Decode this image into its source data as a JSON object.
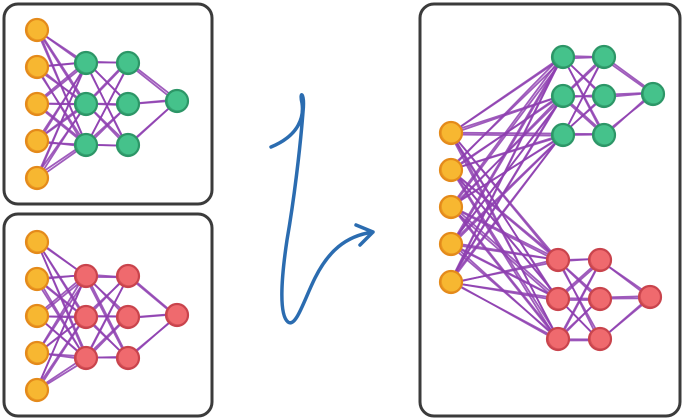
{
  "colors": {
    "frame": "#3b3b3b",
    "frame_fill": "#ffffff",
    "edge": "#8e3fb0",
    "input_fill": "#f7b731",
    "input_stroke": "#e48a1b",
    "green_fill": "#45c28b",
    "green_stroke": "#2d9667",
    "red_fill": "#ef6a6e",
    "red_stroke": "#c9444d",
    "arrow": "#2b6cb0"
  },
  "icons": {
    "arrow": "hand-drawn-zigzag-arrow-icon"
  },
  "panels": [
    {
      "name": "panel-green-network",
      "network": {
        "name": "green-network",
        "layers": [
          {
            "name": "input-layer",
            "kind": "input",
            "count": 5
          },
          {
            "name": "hidden-layer-1",
            "kind": "green",
            "count": 3
          },
          {
            "name": "hidden-layer-2",
            "kind": "green",
            "count": 3
          },
          {
            "name": "output-layer",
            "kind": "green",
            "count": 1
          }
        ]
      }
    },
    {
      "name": "panel-red-network",
      "network": {
        "name": "red-network",
        "layers": [
          {
            "name": "input-layer",
            "kind": "input",
            "count": 5
          },
          {
            "name": "hidden-layer-1",
            "kind": "red",
            "count": 3
          },
          {
            "name": "hidden-layer-2",
            "kind": "red",
            "count": 3
          },
          {
            "name": "output-layer",
            "kind": "red",
            "count": 1
          }
        ]
      }
    },
    {
      "name": "panel-combined-network",
      "network": {
        "name": "combined-network",
        "shared_input": {
          "name": "shared-input-layer",
          "kind": "input",
          "count": 5
        },
        "branches": [
          {
            "name": "green-branch",
            "layers": [
              {
                "name": "hidden-layer-1",
                "kind": "green",
                "count": 3
              },
              {
                "name": "hidden-layer-2",
                "kind": "green",
                "count": 3
              },
              {
                "name": "output-layer",
                "kind": "green",
                "count": 1
              }
            ]
          },
          {
            "name": "red-branch",
            "layers": [
              {
                "name": "hidden-layer-1",
                "kind": "red",
                "count": 3
              },
              {
                "name": "hidden-layer-2",
                "kind": "red",
                "count": 3
              },
              {
                "name": "output-layer",
                "kind": "red",
                "count": 1
              }
            ]
          }
        ]
      }
    }
  ]
}
